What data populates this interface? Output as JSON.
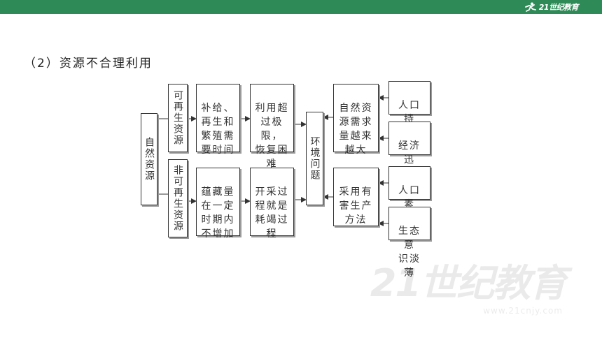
{
  "brand": {
    "logo_text": "21世纪教育",
    "logo_icon": "runner-logo-icon"
  },
  "heading": "（2）资源不合理利用",
  "diagram": {
    "source": "自然资源",
    "renewable": "可再生资源",
    "nonrenewable": "非可再生资源",
    "renew_cond": "补给、\n再生和\n繁殖需\n要时间",
    "renew_over": "利用超\n过极限，\n恢复困\n难",
    "nonrenew_cond": "蕴藏量\n在一定\n时期内\n不增加",
    "nonrenew_over": "开采过\n程就是\n耗竭过\n程",
    "env_problem": "环境问题",
    "demand": "自然资\n源需求\n量越来\n越大",
    "harmful": "采用有\n害生产\n方法",
    "pop_growth": "人口持\n续增长",
    "econ": "经济迅\n速发展",
    "quality": "人口素\n质低下",
    "eco_aware": "生态意\n识淡薄"
  },
  "watermark": {
    "main": "21世纪教育",
    "sub": "www.21cnjy.com"
  }
}
